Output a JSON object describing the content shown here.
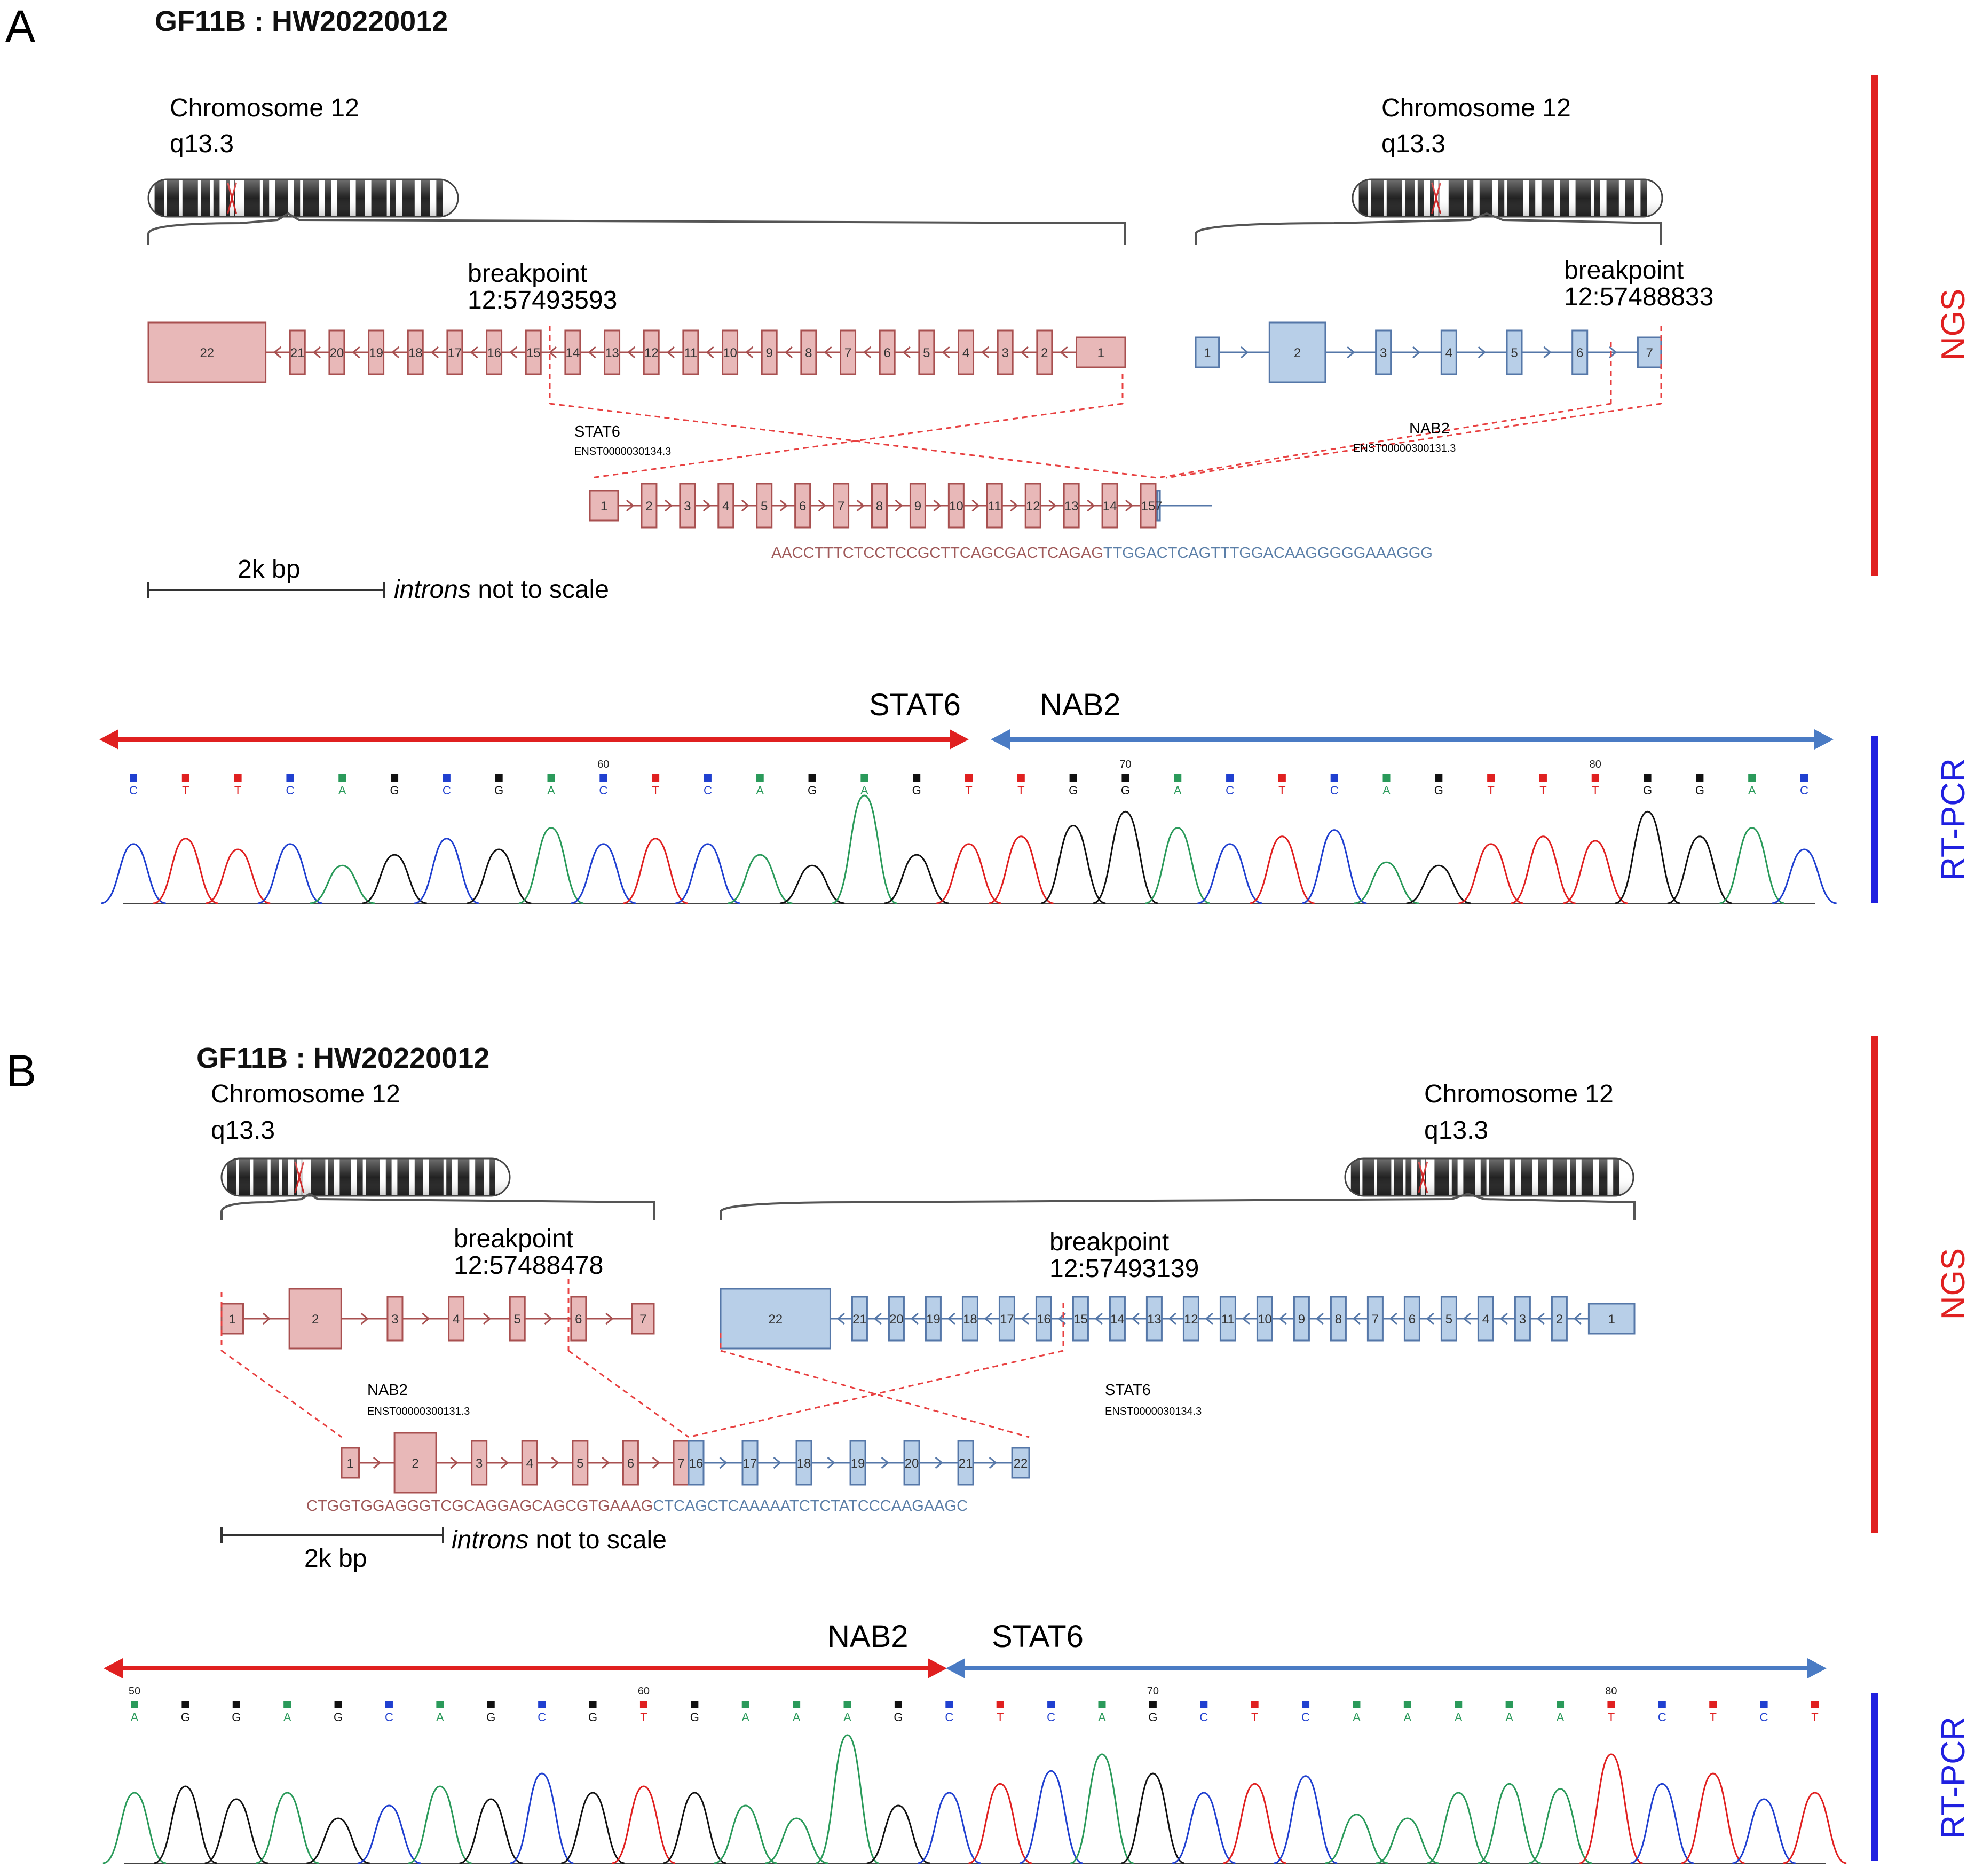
{
  "colors": {
    "stat6_fill": "#e8b8b8",
    "stat6_stroke": "#a85050",
    "nab2_fill": "#b8cfe8",
    "nab2_stroke": "#5577a8",
    "ngs": "#e02020",
    "rtpcr": "#2020e0",
    "arrow_red": "#e02020",
    "arrow_blue": "#4a7bc4",
    "seq_red": "#a05a5a",
    "seq_blue": "#5b7fa8",
    "base_A": "#2a9a5a",
    "base_C": "#2040d0",
    "base_G": "#111111",
    "base_T": "#e02020"
  },
  "panelA": {
    "letter": "A",
    "title": "GF11B : HW20220012",
    "chrom_left": {
      "line1": "Chromosome 12",
      "line2": "q13.3"
    },
    "chrom_right": {
      "line1": "Chromosome 12",
      "line2": "q13.3"
    },
    "bp_left": {
      "line1": "breakpoint",
      "line2": "12:57493593"
    },
    "bp_right": {
      "line1": "breakpoint",
      "line2": "12:57488833"
    },
    "gene_left": {
      "name": "STAT6",
      "id": "ENST0000030134.3"
    },
    "gene_right": {
      "name": "NAB2",
      "id": "ENST00000300131.3"
    },
    "left_exons": [
      "22",
      "21",
      "20",
      "19",
      "18",
      "17",
      "16",
      "15",
      "14",
      "13",
      "12",
      "11",
      "10",
      "9",
      "8",
      "7",
      "6",
      "5",
      "4",
      "3",
      "2",
      "1"
    ],
    "right_exons": [
      "1",
      "2",
      "3",
      "4",
      "5",
      "6",
      "7"
    ],
    "fusion_exons_left": [
      "1",
      "2",
      "3",
      "4",
      "5",
      "6",
      "7",
      "8",
      "9",
      "10",
      "11",
      "12",
      "13",
      "14",
      "15"
    ],
    "fusion_exons_right": [
      "7"
    ],
    "seq_left": "AACCTTTCTCCTCCGCTTCAGCGACTCAGAG",
    "seq_right": "TTGGACTCAGTTTGGACAAGGGGGAAAGGG",
    "scale_label": "2k bp",
    "introns_word": "introns",
    "introns_rest": " not to scale",
    "arrow_left_label": "STAT6",
    "arrow_right_label": "NAB2",
    "bases": [
      "C",
      "T",
      "T",
      "C",
      "A",
      "G",
      "C",
      "G",
      "A",
      "C",
      "T",
      "C",
      "A",
      "G",
      "A",
      "G",
      "T",
      "T",
      "G",
      "G",
      "A",
      "C",
      "T",
      "C",
      "A",
      "G",
      "T",
      "T",
      "T",
      "G",
      "G",
      "A",
      "C"
    ],
    "ticks": [
      {
        "label": "60",
        "index": 9
      },
      {
        "label": "70",
        "index": 19
      },
      {
        "label": "80",
        "index": 28
      }
    ],
    "side_top": "NGS",
    "side_bottom": "RT-PCR"
  },
  "panelB": {
    "letter": "B",
    "title": "GF11B : HW20220012",
    "chrom_left": {
      "line1": "Chromosome 12",
      "line2": "q13.3"
    },
    "chrom_right": {
      "line1": "Chromosome 12",
      "line2": "q13.3"
    },
    "bp_left": {
      "line1": "breakpoint",
      "line2": "12:57488478"
    },
    "bp_right": {
      "line1": "breakpoint",
      "line2": "12:57493139"
    },
    "gene_left": {
      "name": "NAB2",
      "id": "ENST00000300131.3"
    },
    "gene_right": {
      "name": "STAT6",
      "id": "ENST0000030134.3"
    },
    "left_exons": [
      "1",
      "2",
      "3",
      "4",
      "5",
      "6",
      "7"
    ],
    "right_exons": [
      "22",
      "21",
      "20",
      "19",
      "18",
      "17",
      "16",
      "15",
      "14",
      "13",
      "12",
      "11",
      "10",
      "9",
      "8",
      "7",
      "6",
      "5",
      "4",
      "3",
      "2",
      "1"
    ],
    "fusion_exons_left": [
      "1",
      "2",
      "3",
      "4",
      "5",
      "6",
      "7"
    ],
    "fusion_exons_right": [
      "16",
      "17",
      "18",
      "19",
      "20",
      "21",
      "22"
    ],
    "seq_left": "CTGGTGGAGGGTCGCAGGAGCAGCGTGAAAG",
    "seq_right": "CTCAGCTCAAAAATCTCTATCCCAAGAAGC",
    "scale_label": "2k bp",
    "introns_word": "introns",
    "introns_rest": " not to scale",
    "arrow_left_label": "NAB2",
    "arrow_right_label": "STAT6",
    "bases": [
      "A",
      "G",
      "G",
      "A",
      "G",
      "C",
      "A",
      "G",
      "C",
      "G",
      "T",
      "G",
      "A",
      "A",
      "A",
      "G",
      "C",
      "T",
      "C",
      "A",
      "G",
      "C",
      "T",
      "C",
      "A",
      "A",
      "A",
      "A",
      "A",
      "T",
      "C",
      "T",
      "C",
      "T"
    ],
    "ticks": [
      {
        "label": "50",
        "index": 0
      },
      {
        "label": "60",
        "index": 10
      },
      {
        "label": "70",
        "index": 20
      },
      {
        "label": "80",
        "index": 29
      }
    ],
    "side_top": "NGS",
    "side_bottom": "RT-PCR"
  }
}
